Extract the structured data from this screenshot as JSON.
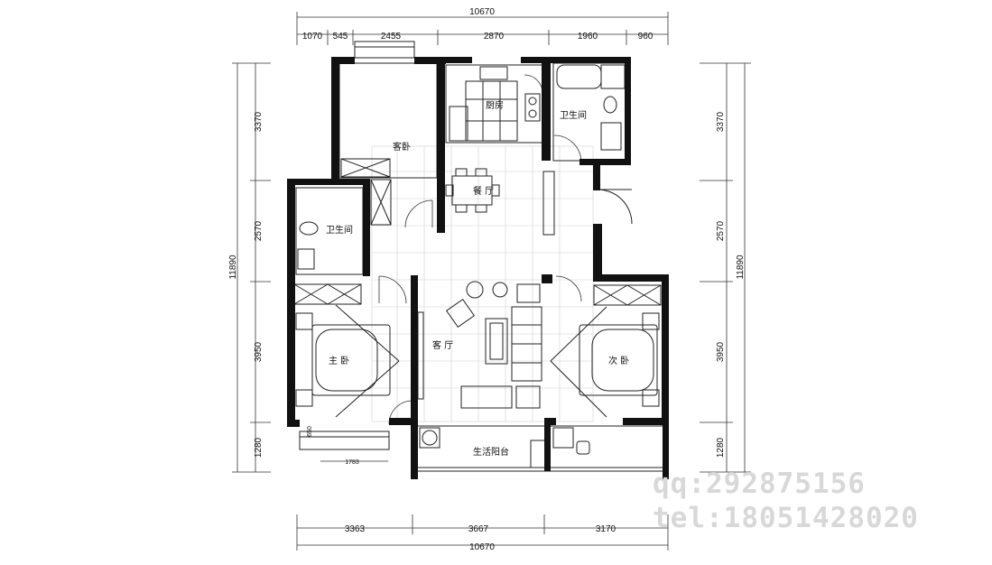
{
  "dimensions": {
    "top_total": "10670",
    "top_segments": [
      "1070",
      "545",
      "2455",
      "2870",
      "1960",
      "960"
    ],
    "bottom_segments": [
      "3363",
      "3667",
      "3170"
    ],
    "bottom_total": "10670",
    "left_segments": [
      "3370",
      "2570",
      "3950",
      "1280"
    ],
    "left_total": "11890",
    "right_segments": [
      "3370",
      "2570",
      "3950",
      "1280"
    ],
    "right_total": "11890",
    "small_bottom_left": "1783",
    "small_side_left": "650"
  },
  "rooms": {
    "guest_bedroom": "客卧",
    "kitchen": "厨房",
    "bathroom_top": "卫生间",
    "dining": "餐 厅",
    "bathroom_left": "卫生间",
    "living": "客 厅",
    "master_bedroom": "主 卧",
    "second_bedroom": "次 卧",
    "balcony": "生活阳台"
  },
  "contact": {
    "qq": "qq:292875156",
    "tel": "tel:18051428020"
  }
}
